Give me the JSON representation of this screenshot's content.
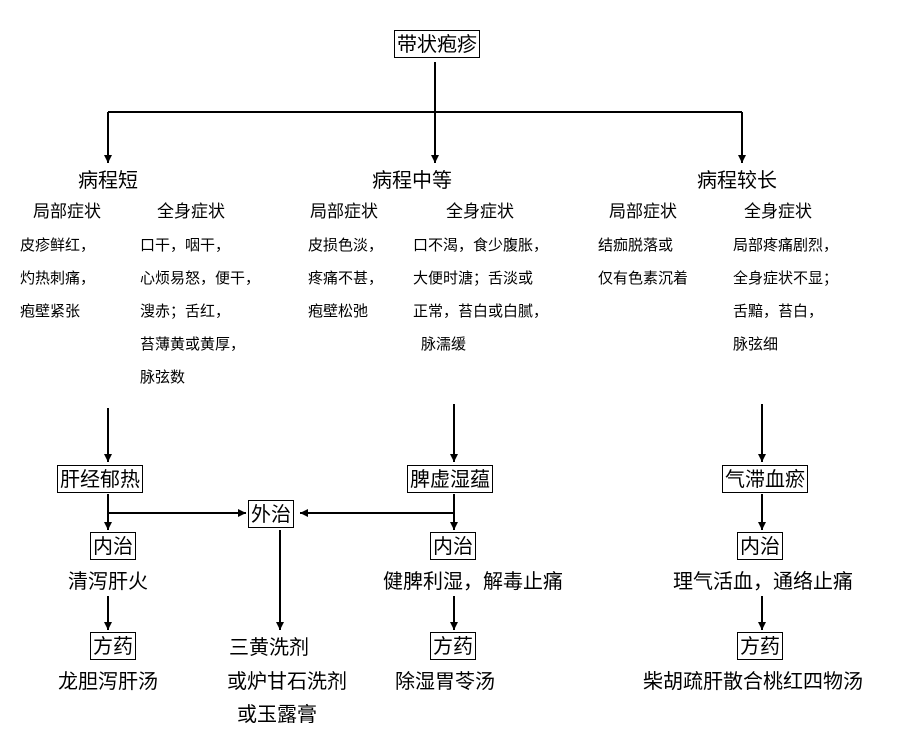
{
  "root": "带状疱疹",
  "branches": [
    {
      "heading": "病程短",
      "local_label": "局部症状",
      "systemic_label": "全身症状",
      "local_lines": [
        "皮疹鲜红，",
        "灼热刺痛，",
        "疱壁紧张"
      ],
      "systemic_lines": [
        "口干，咽干，",
        "心烦易怒，便干，",
        "溲赤；舌红，",
        "苔薄黄或黄厚，",
        "脉弦数"
      ],
      "syndrome": "肝经郁热",
      "internal_label": "内治",
      "internal_method": "清泻肝火",
      "formula_label": "方药",
      "formula": "龙胆泻肝汤"
    },
    {
      "heading": "病程中等",
      "local_label": "局部症状",
      "systemic_label": "全身症状",
      "local_lines": [
        "皮损色淡，",
        "疼痛不甚，",
        "疱壁松弛"
      ],
      "systemic_lines": [
        "口不渴，食少腹胀，",
        "大便时溏；舌淡或",
        "正常，苔白或白腻，",
        "脉濡缓"
      ],
      "syndrome": "脾虚湿蕴",
      "internal_label": "内治",
      "internal_method": "健脾利湿，解毒止痛",
      "formula_label": "方药",
      "formula": "除湿胃苓汤"
    },
    {
      "heading": "病程较长",
      "local_label": "局部症状",
      "systemic_label": "全身症状",
      "local_lines": [
        "结痂脱落或",
        "仅有色素沉着"
      ],
      "systemic_lines": [
        "局部疼痛剧烈，",
        "全身症状不显；",
        "舌黯，苔白，",
        "脉弦细"
      ],
      "syndrome": "气滞血瘀",
      "internal_label": "内治",
      "internal_method": "理气活血，通络止痛",
      "formula_label": "方药",
      "formula": "柴胡疏肝散合桃红四物汤"
    }
  ],
  "external": {
    "label": "外治",
    "lines": [
      "三黄洗剂",
      "或炉甘石洗剂",
      "或玉露膏"
    ]
  }
}
